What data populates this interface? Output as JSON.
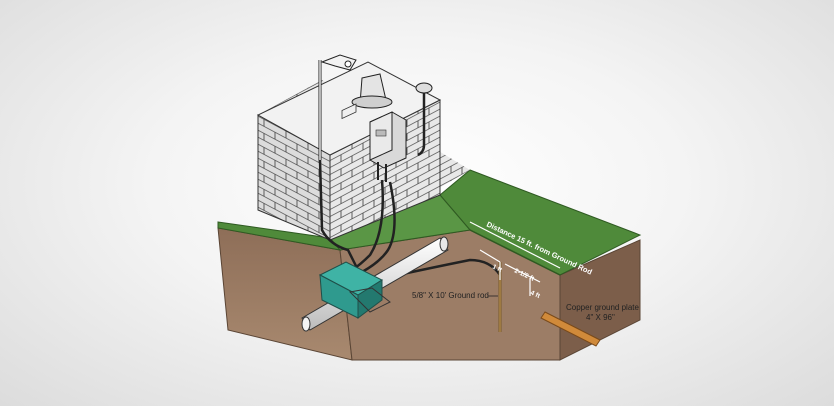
{
  "labels": {
    "distance": "Distance 15 ft. from Ground Rod",
    "one_ft": "1 ft",
    "two_half_ft": "2-1/2 ft",
    "four_ft": "4 ft",
    "ground_rod": "5/8\" X 10' Ground rod",
    "ground_plate_title": "Copper ground plate",
    "ground_plate_size": "4\" X 96\""
  },
  "colors": {
    "grass": "#4f8a3a",
    "soil": "#8a6a55",
    "wall": "#e6e6e6",
    "valve_box": "#2f9a8e",
    "pipe": "#eeeeee"
  }
}
